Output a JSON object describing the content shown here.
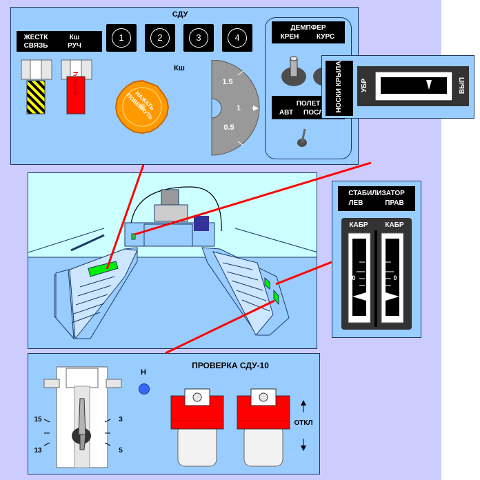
{
  "background": {
    "page": "#ffffff",
    "band": "#ccccff",
    "panel": "#99ccff",
    "line": "#ff0000"
  },
  "sdu_panel": {
    "title": "СДУ",
    "zhestk_svyaz": "ЖЕСТК СВЯЗЬ",
    "ksh_ruch": "Кш РУЧ",
    "switch_vertical_label": "ВКЛЮЧ",
    "channels": [
      "1",
      "2",
      "3",
      "4"
    ],
    "ksh_label": "Кш",
    "button_text": "НАЖАТЬ ПОВЕРНУТЬ",
    "scale": [
      "1.5",
      "1",
      "0.5"
    ]
  },
  "damper_panel": {
    "title_line1": "ДЕМПФЕР",
    "kren": "КРЕН",
    "kurs": "КУРС",
    "polet": "ПОЛЕТ",
    "avt": "АВТ",
    "posl": "ПОСЛ"
  },
  "noski_panel": {
    "label_left": "НОСКИ КРЫЛА",
    "ubr": "УБР",
    "vyp": "ВЫП"
  },
  "stabilizer_panel": {
    "title": "СТАБИЛИЗАТОР",
    "lev": "ЛЕВ",
    "prav": "ПРАВ",
    "kabr_left": "КАБР",
    "kabr_right": "КАБР",
    "zero": "0"
  },
  "check_panel": {
    "title": "ПРОВЕРКА СДУ-10",
    "lamp_label": "Н",
    "dial_marks": [
      "15",
      "13",
      "3",
      "5"
    ],
    "otkl": "ОТКЛ"
  }
}
